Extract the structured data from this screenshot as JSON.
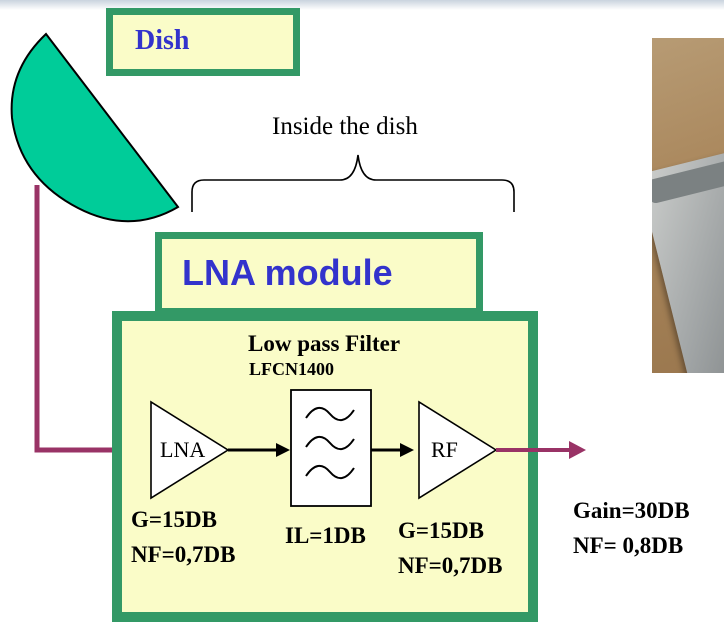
{
  "header": {
    "title": "Dish"
  },
  "annotation": {
    "inside_dish": "Inside the dish"
  },
  "module": {
    "title": "LNA  module",
    "filter_title": "Low pass Filter",
    "filter_part": "LFCN1400",
    "lna_label": "LNA",
    "rf_label": "RF",
    "stage1": {
      "gain": "G=15DB",
      "nf": "NF=0,7DB"
    },
    "filter_loss": "IL=1DB",
    "stage2": {
      "gain": "G=15DB",
      "nf": "NF=0,7DB"
    }
  },
  "totals": {
    "gain": "Gain=30DB",
    "nf": "NF= 0,8DB"
  },
  "colors": {
    "dish_fill": "#00cc99",
    "box_border": "#339966",
    "box_fill": "#fafcc8",
    "title_blue": "#3333cc",
    "cable": "#993366"
  }
}
